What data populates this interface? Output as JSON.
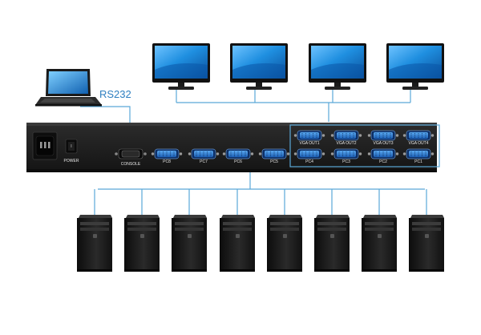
{
  "rs232_label": "RS232",
  "power_label": "POWER",
  "console_label": "CONSOLE",
  "monitor_count": 4,
  "pc_count": 8,
  "pc_ports": [
    "PC8",
    "PC7",
    "PC6",
    "PC5",
    "PC4",
    "PC3",
    "PC2",
    "PC1"
  ],
  "vga_outputs": [
    "VGA OUT1",
    "VGA OUT2",
    "VGA OUT3",
    "VGA OUT4"
  ],
  "colors": {
    "cable": "#5aa8d8",
    "chassis": "#1e1e1e",
    "port": "#2f7fd8",
    "monitor_screen": "#1f8fe0",
    "rs232_text": "#2e7fc0"
  }
}
